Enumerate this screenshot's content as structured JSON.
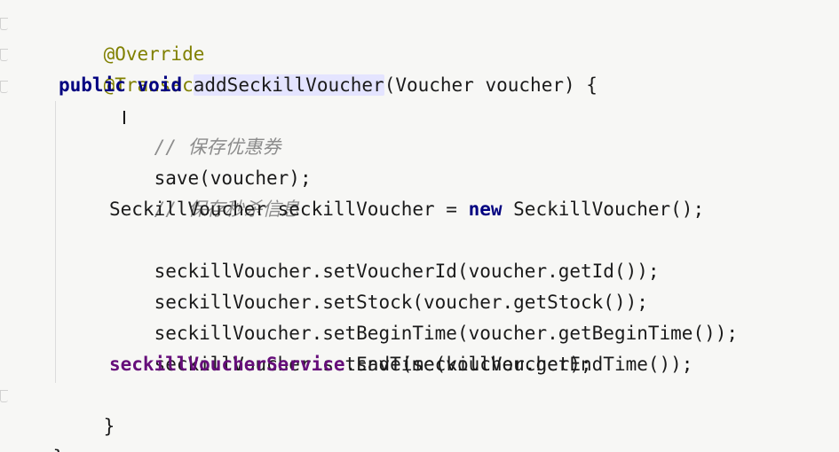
{
  "code": {
    "annotations": [
      "@Override",
      "@Transactional"
    ],
    "signature": {
      "kw_public": "public",
      "kw_void": "void",
      "method": "addSeckillVoucher",
      "params": "(Voucher voucher) {"
    },
    "comment1": "// 保存优惠券",
    "save_stmt": "save(voucher);",
    "comment2": "// 保存秒杀信息",
    "decl": {
      "type_and_var": "SeckillVoucher seckillVoucher = ",
      "kw_new": "new",
      "ctor": " SeckillVoucher();"
    },
    "set_voucher_id": "seckillVoucher.setVoucherId(voucher.getId());",
    "set_stock": "seckillVoucher.setStock(voucher.getStock());",
    "set_begin_time": "seckillVoucher.setBeginTime(voucher.getBeginTime());",
    "set_end_time": "seckillVoucher.setEndTime(voucher.getEndTime());",
    "service_call": {
      "field": "seckillVoucherService",
      "rest": ".save(seckillVoucher);"
    },
    "method_close": "}",
    "class_close": "}"
  },
  "colors": {
    "annotation": "#808000",
    "keyword": "#000080",
    "comment": "#8c8c8c",
    "field": "#660e7a",
    "method_highlight": "#e4e4ff",
    "background": "#f7f7f5"
  },
  "icons": [
    "text-cursor-icon",
    "fold-marker-icon"
  ]
}
